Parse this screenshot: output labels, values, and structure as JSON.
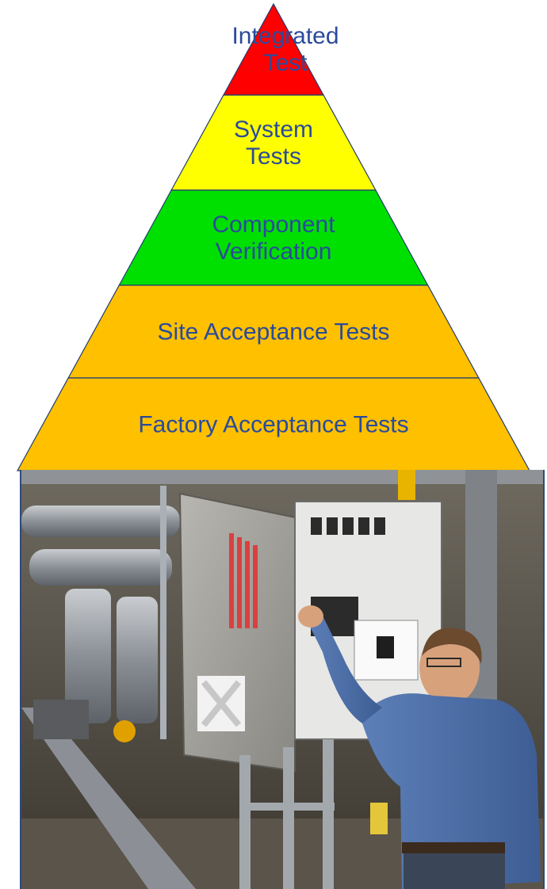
{
  "colors": {
    "tier_red": "#ff0000",
    "tier_yellow": "#ffff00",
    "tier_green": "#00e000",
    "tier_orange": "#ffc000",
    "outline": "#1f3b73",
    "text": "#2a4b9b"
  },
  "pyramid": {
    "tiers": [
      {
        "lines": [
          "Integrated",
          "Test"
        ],
        "color": "#ff0000"
      },
      {
        "lines": [
          "System",
          "Tests"
        ],
        "color": "#ffff00"
      },
      {
        "lines": [
          "Component",
          "Verification"
        ],
        "color": "#00e000"
      },
      {
        "lines": [
          "Site Acceptance Tests"
        ],
        "color": "#ffc000"
      },
      {
        "lines": [
          "Factory Acceptance Tests"
        ],
        "color": "#ffc000"
      }
    ]
  },
  "photo": {
    "subject": "technician-wiring-control-panel"
  }
}
